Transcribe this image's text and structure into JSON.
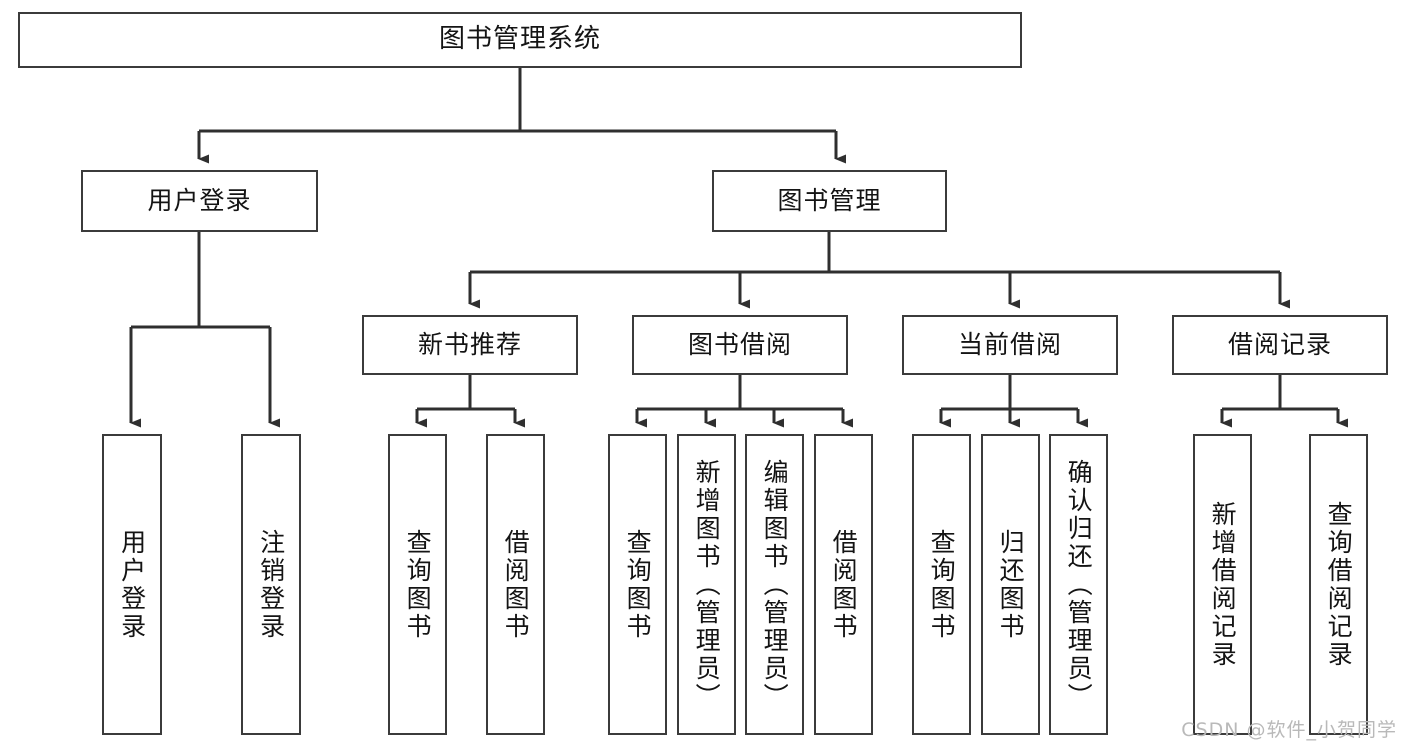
{
  "diagram": {
    "title": "图书管理系统",
    "type": "tree-hierarchy",
    "watermark": "CSDN @软件_小贺同学",
    "colors": {
      "background": "#ffffff",
      "box_border": "#3b3b3b",
      "box_fill": "#ffffff",
      "text": "#141414",
      "connector": "#2f2f2f",
      "watermark": "#b9b9b9"
    },
    "levels": {
      "root": {
        "label": "图书管理系统"
      },
      "level2": [
        {
          "label": "用户登录"
        },
        {
          "label": "图书管理"
        }
      ],
      "level3": [
        {
          "label": "新书推荐"
        },
        {
          "label": "图书借阅"
        },
        {
          "label": "当前借阅"
        },
        {
          "label": "借阅记录"
        }
      ],
      "leaves": {
        "user_login": [
          {
            "label": "用户登录"
          },
          {
            "label": "注销登录"
          }
        ],
        "new_book_recommend": [
          {
            "label": "查询图书"
          },
          {
            "label": "借阅图书"
          }
        ],
        "book_borrow": [
          {
            "label": "查询图书"
          },
          {
            "label": "新增图书（管理员）"
          },
          {
            "label": "编辑图书（管理员）"
          },
          {
            "label": "借阅图书"
          }
        ],
        "current_borrow": [
          {
            "label": "查询图书"
          },
          {
            "label": "归还图书"
          },
          {
            "label": "确认归还（管理员）"
          }
        ],
        "borrow_record": [
          {
            "label": "新增借阅记录"
          },
          {
            "label": "查询借阅记录"
          }
        ]
      }
    }
  }
}
